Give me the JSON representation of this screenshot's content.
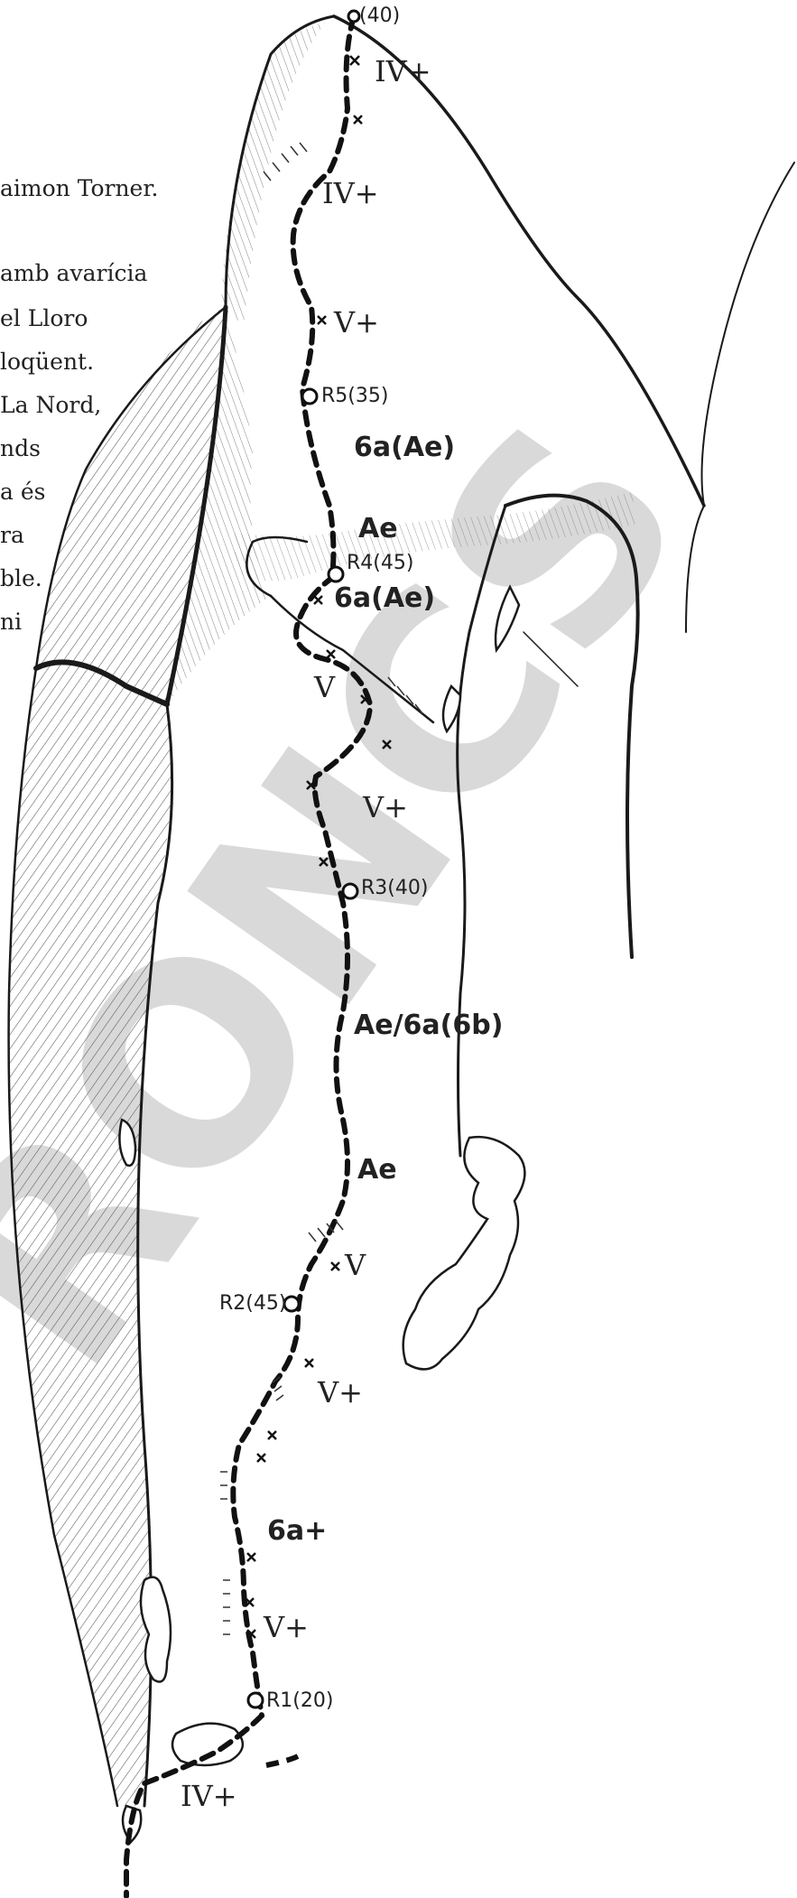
{
  "text_block": [
    "aimon Torner.",
    "amb avarícia",
    "el Lloro",
    "loqüent.",
    "La Nord,",
    "nds",
    "a és",
    "ra",
    "ble.",
    "ni"
  ],
  "watermark": "RONCS",
  "route_labels": {
    "top": "(40)",
    "g1": "IV+",
    "g2": "IV+",
    "g3": "V+",
    "r5": "R5(35)",
    "g4": "6a(Ae)",
    "ae1": "Ae",
    "r4": "R4(45)",
    "g5": "6a(Ae)",
    "g6": "V",
    "g7": "V+",
    "r3": "R3(40)",
    "g8": "Ae/6a(6b)",
    "ae2": "Ae",
    "g9": "V",
    "r2": "R2(45)",
    "g10": "V+",
    "g11": "6a+",
    "g12": "V+",
    "r1": "R1(20)",
    "g13": "IV+"
  }
}
